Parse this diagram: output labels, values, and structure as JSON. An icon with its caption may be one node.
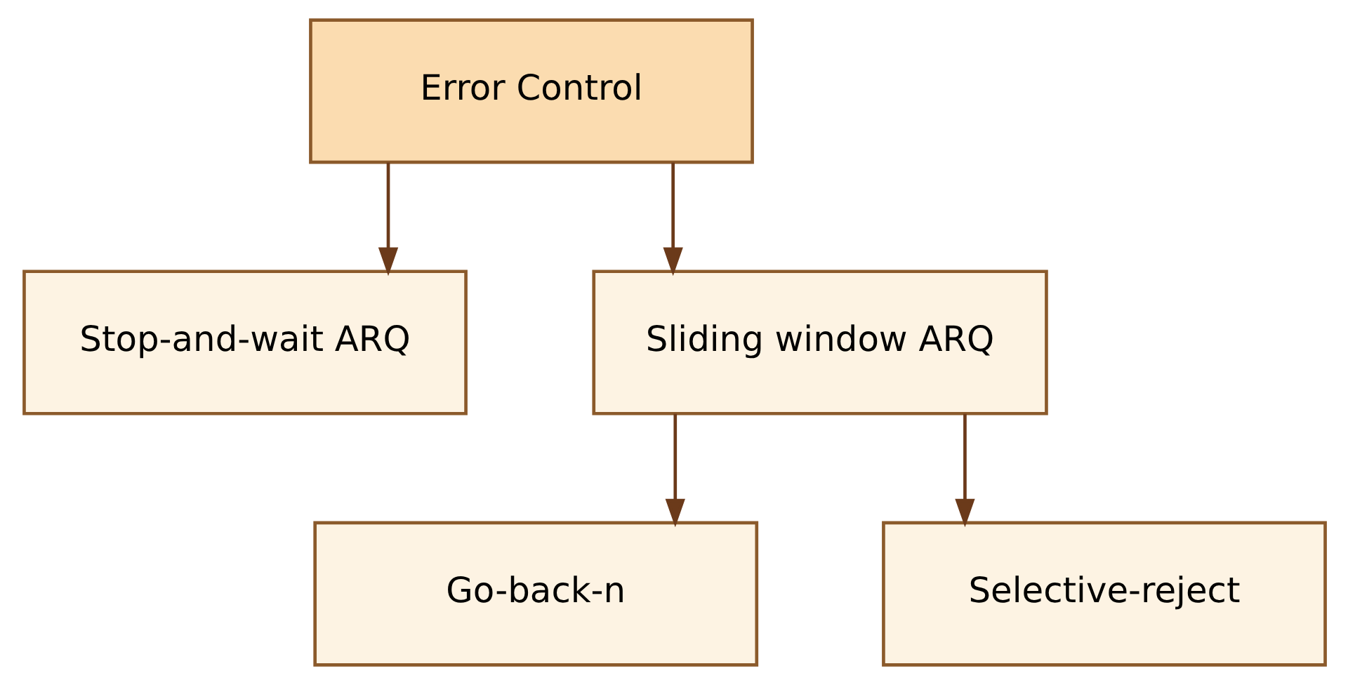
{
  "diagram": {
    "nodes": [
      {
        "text": [
          "Error Control"
        ]
      },
      {
        "text": [
          "Stop-and-wait ARQ"
        ]
      },
      {
        "text": [
          "Sliding window ARQ"
        ]
      },
      {
        "text": [
          "Go-back-n"
        ]
      },
      {
        "text": [
          "Selective-reject"
        ]
      }
    ],
    "edges": [
      {
        "from": 0,
        "to": 1,
        "arrow": "to"
      },
      {
        "from": 0,
        "to": 2,
        "arrow": "to"
      },
      {
        "from": 2,
        "to": 3,
        "arrow": "to"
      },
      {
        "from": 2,
        "to": 4,
        "arrow": "to"
      }
    ]
  }
}
